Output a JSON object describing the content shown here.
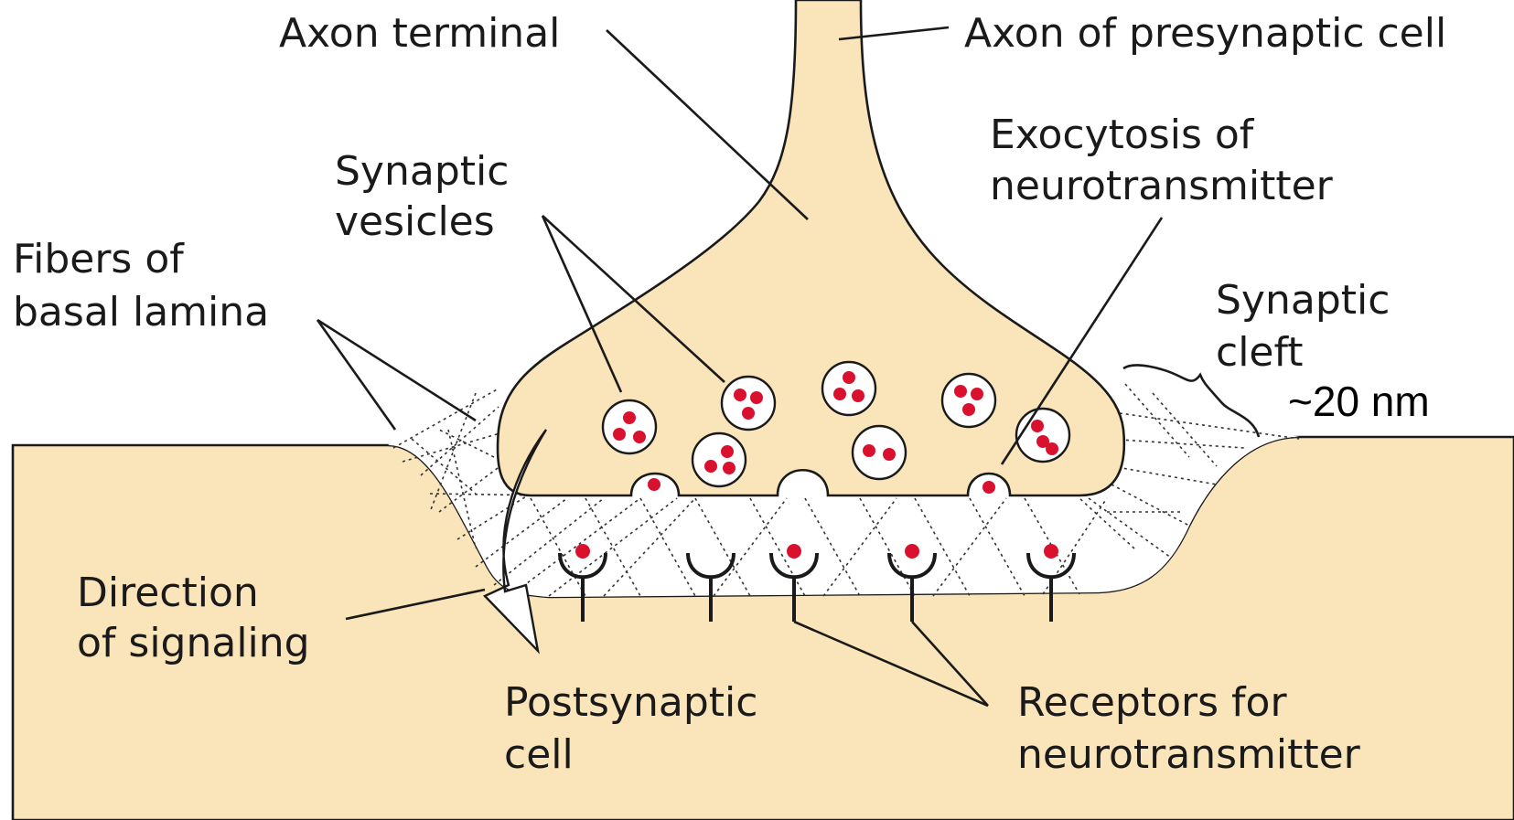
{
  "colors": {
    "cytoplasm": "#fae4ba",
    "neurotransmitter": "#d9112e",
    "outline": "#1a1a1a",
    "cleft": "#ffffff"
  },
  "labels": {
    "axon_terminal": "Axon terminal",
    "axon_presynaptic": "Axon of presynaptic cell",
    "exocytosis_line1": "Exocytosis of",
    "exocytosis_line2": "neurotransmitter",
    "synaptic_vesicles_line1": "Synaptic",
    "synaptic_vesicles_line2": "vesicles",
    "fibers_line1": "Fibers of",
    "fibers_line2": "basal lamina",
    "synaptic_cleft_line1": "Synaptic",
    "synaptic_cleft_line2": "cleft",
    "cleft_width": "~20 nm",
    "direction_line1": "Direction",
    "direction_line2": "of signaling",
    "postsynaptic_line1": "Postsynaptic",
    "postsynaptic_line2": "cell",
    "receptors_line1": "Receptors for",
    "receptors_line2": "neurotransmitter"
  },
  "icons": {
    "vesicle": "synaptic-vesicle-icon",
    "receptor": "receptor-icon",
    "arrow": "signal-direction-arrow-icon",
    "brace": "cleft-brace-icon"
  }
}
